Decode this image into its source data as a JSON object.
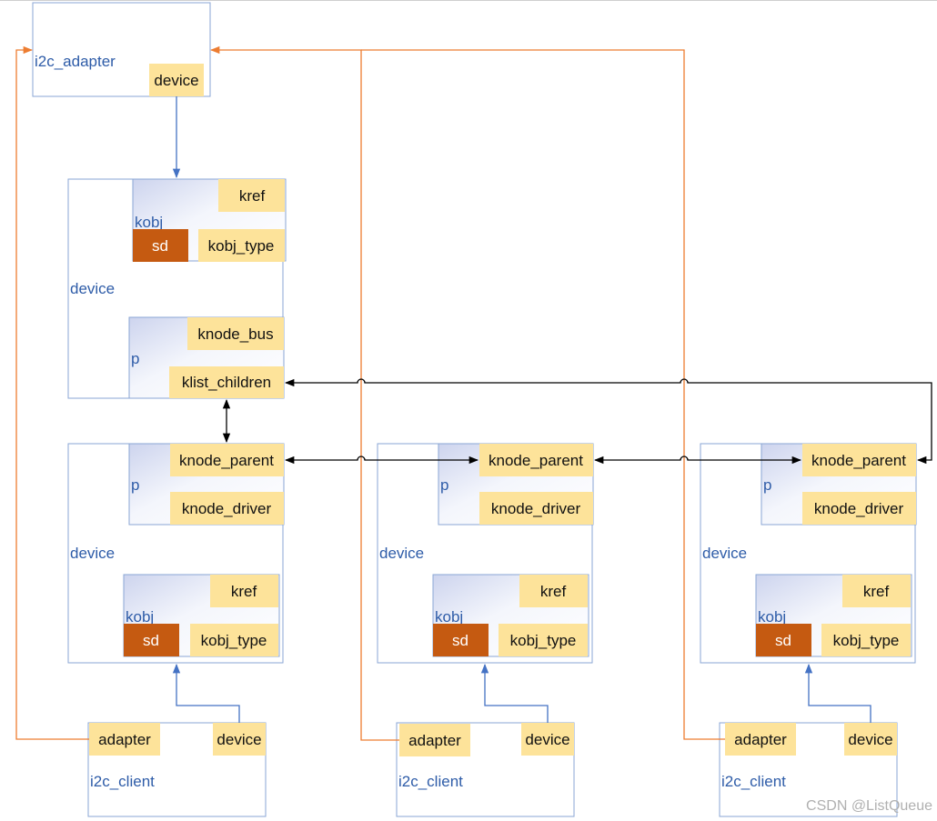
{
  "adapter_struct": {
    "name": "i2c_adapter",
    "fields": [
      "device"
    ]
  },
  "adapter_device": {
    "name": "device",
    "kobj": {
      "name": "kobj",
      "fields": [
        "kref",
        "sd",
        "kobj_type"
      ]
    },
    "p": {
      "name": "p",
      "fields": [
        "knode_bus",
        "klist_children"
      ]
    }
  },
  "client_devices": [
    {
      "name": "device",
      "p": {
        "name": "p",
        "fields": [
          "knode_parent",
          "knode_driver"
        ]
      },
      "kobj": {
        "name": "kobj",
        "fields": [
          "kref",
          "sd",
          "kobj_type"
        ]
      }
    },
    {
      "name": "device",
      "p": {
        "name": "p",
        "fields": [
          "knode_parent",
          "knode_driver"
        ]
      },
      "kobj": {
        "name": "kobj",
        "fields": [
          "kref",
          "sd",
          "kobj_type"
        ]
      }
    },
    {
      "name": "device",
      "p": {
        "name": "p",
        "fields": [
          "knode_parent",
          "knode_driver"
        ]
      },
      "kobj": {
        "name": "kobj",
        "fields": [
          "kref",
          "sd",
          "kobj_type"
        ]
      }
    }
  ],
  "clients": [
    {
      "name": "i2c_client",
      "fields": [
        "adapter",
        "device"
      ]
    },
    {
      "name": "i2c_client",
      "fields": [
        "adapter",
        "device"
      ]
    },
    {
      "name": "i2c_client",
      "fields": [
        "adapter",
        "device"
      ]
    }
  ],
  "watermark": "CSDN @ListQueue",
  "colors": {
    "field": "#fde39a",
    "sd": "#c55a11",
    "label_blue": "#2e5ca8",
    "box_border": "#8aa6d4",
    "adapter_link": "#ed7d31",
    "device_link": "#4472c4",
    "list_link": "#000000"
  }
}
